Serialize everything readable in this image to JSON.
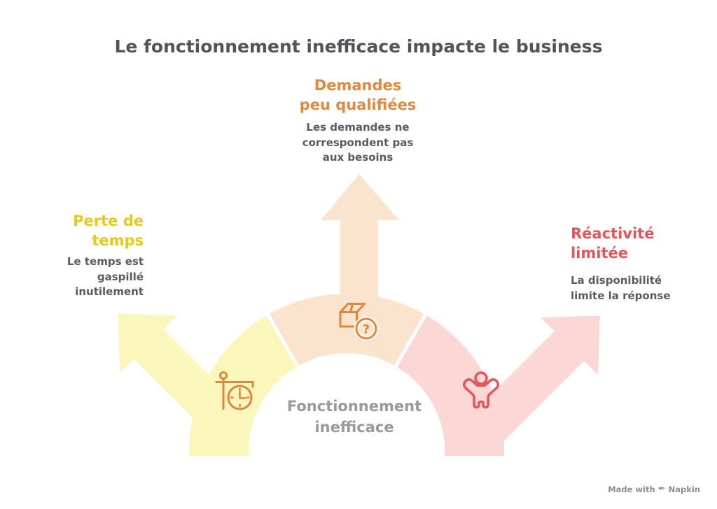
{
  "title": "Le fonctionnement inefficace impacte le business",
  "title_color": "#54535A",
  "center_label": {
    "lines": [
      "Fonctionnement",
      "inefficace"
    ],
    "color": "#9B999E"
  },
  "desc_color": "#5C5A60",
  "branches": [
    {
      "name": "perte-de-temps",
      "heading_lines": [
        "Perte de",
        "temps"
      ],
      "heading_color": "#E3CB1C",
      "desc_lines": [
        "Le temps est",
        "gaspillé",
        "inutilement"
      ],
      "fill_color": "#FBF6BC",
      "icon": "hanging-clock-icon",
      "icon_color": "#DF863C"
    },
    {
      "name": "demandes-peu-qualifiees",
      "heading_lines": [
        "Demandes",
        "peu qualifiées"
      ],
      "heading_color": "#E08A3F",
      "desc_lines": [
        "Les demandes ne",
        "correspondent pas",
        "aux besoins"
      ],
      "fill_color": "#FBE4CD",
      "icon": "package-question-icon",
      "icon_color": "#DF863C",
      "question_mark": "?"
    },
    {
      "name": "reactivite-limitee",
      "heading_lines": [
        "Réactivité",
        "limitée"
      ],
      "heading_color": "#E25659",
      "desc_lines": [
        "La disponibilité",
        "limite la réponse"
      ],
      "fill_color": "#FBD8D5",
      "icon": "person-icon",
      "icon_color": "#E25659"
    }
  ],
  "footer": {
    "made_with": "Made with",
    "brand": "Napkin",
    "color": "#8E8E92"
  }
}
